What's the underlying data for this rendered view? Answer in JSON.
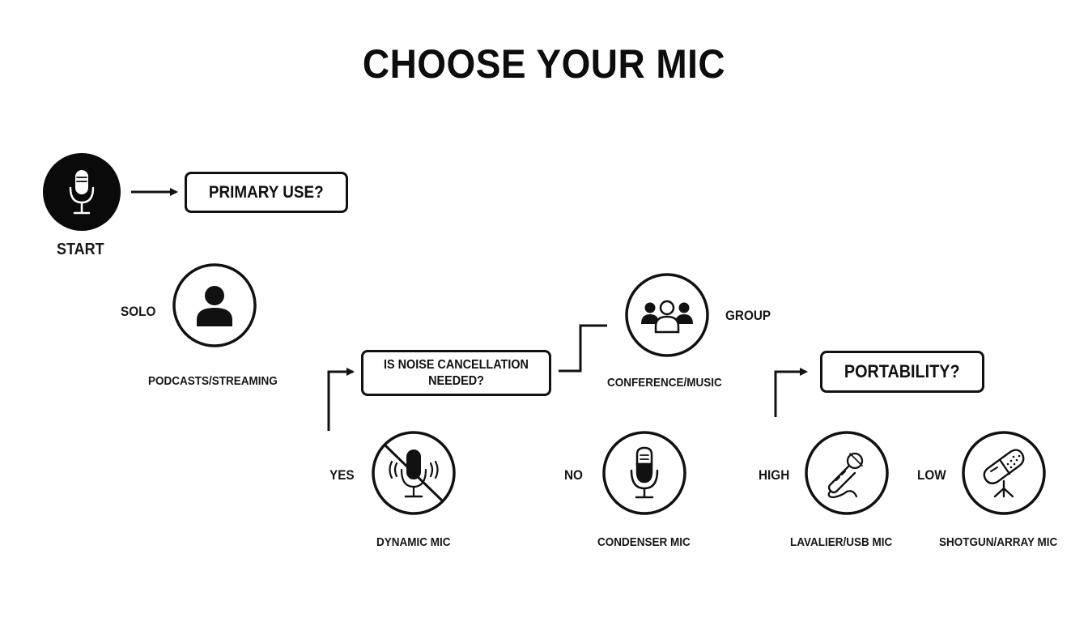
{
  "title": "CHOOSE YOUR MIC",
  "colors": {
    "ink": "#111111",
    "background": "#ffffff"
  },
  "start": {
    "label": "START",
    "icon": "microphone-icon"
  },
  "questions": {
    "primary_use": "PRIMARY USE?",
    "noise_cancellation": "IS NOISE CANCELLATION NEEDED?",
    "portability": "PORTABILITY?"
  },
  "branches": {
    "solo": {
      "label": "SOLO",
      "caption": "PODCASTS/STREAMING",
      "icon": "person-icon"
    },
    "group": {
      "label": "GROUP",
      "caption": "CONFERENCE/MUSIC",
      "icon": "group-icon"
    }
  },
  "outcomes": [
    {
      "answer": "YES",
      "name": "DYNAMIC MIC",
      "icon": "no-noise-mic-icon"
    },
    {
      "answer": "NO",
      "name": "CONDENSER MIC",
      "icon": "condenser-mic-icon"
    },
    {
      "answer": "HIGH",
      "name": "LAVALIER/USB MIC",
      "icon": "handheld-mic-icon"
    },
    {
      "answer": "LOW",
      "name": "SHOTGUN/ARRAY MIC",
      "icon": "shotgun-mic-icon"
    }
  ]
}
